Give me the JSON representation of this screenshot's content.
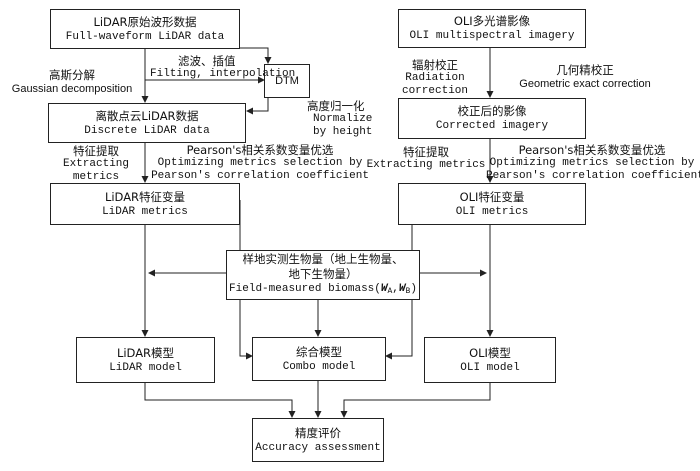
{
  "boxes": {
    "lidar_raw": {
      "zh": "LiDAR原始波形数据",
      "en": "Full-waveform LiDAR data"
    },
    "oli_raw": {
      "zh": "OLI多光谱影像",
      "en": "OLI multispectral imagery"
    },
    "dtm": {
      "en": "DTM"
    },
    "discrete": {
      "zh": "离散点云LiDAR数据",
      "en": "Discrete LiDAR data"
    },
    "corrected": {
      "zh": "校正后的影像",
      "en": "Corrected imagery"
    },
    "lidar_metrics": {
      "zh": "LiDAR特征变量",
      "en": "LiDAR metrics"
    },
    "oli_metrics": {
      "zh": "OLI特征变量",
      "en": "OLI metrics"
    },
    "field": {
      "zh1": "样地实测生物量（地上生物量、",
      "zh2": "地下生物量）",
      "en_prefix": "Field-measured biomass(",
      "w": "W",
      "sub_a": "A",
      "sep": ",",
      "sub_b": "B",
      "en_suffix": ")"
    },
    "lidar_model": {
      "zh": "LiDAR模型",
      "en": "LiDAR model"
    },
    "combo_model": {
      "zh": "综合模型",
      "en": "Combo model"
    },
    "oli_model": {
      "zh": "OLI模型",
      "en": "OLI model"
    },
    "accuracy": {
      "zh": "精度评价",
      "en": "Accuracy assessment"
    }
  },
  "labels": {
    "gauss": {
      "zh": "高斯分解",
      "en": "Gaussian decomposition"
    },
    "filter": {
      "zh": "滤波、插值",
      "en": "Filting, interpolation"
    },
    "normalize": {
      "zh": "高度归一化",
      "en1": "Normalize",
      "en2": "by height"
    },
    "radiation": {
      "zh": "辐射校正",
      "en1": "Radiation",
      "en2": "correction"
    },
    "geometric": {
      "zh": "几何精校正",
      "en": "Geometric exact correction"
    },
    "extract_left": {
      "zh": "特征提取",
      "en1": "Extracting",
      "en2": "metrics"
    },
    "pearson_left": {
      "zh": "Pearson's相关系数变量优选",
      "en1": "Optimizing metrics selection by",
      "en2": "Pearson's correlation coefficient"
    },
    "extract_right": {
      "zh": "特征提取",
      "en": "Extracting metrics"
    },
    "pearson_right": {
      "zh": "Pearson's相关系数变量优选",
      "en1": "Optimizing metrics selection by",
      "en2": "Pearson's correlation coefficient"
    }
  }
}
